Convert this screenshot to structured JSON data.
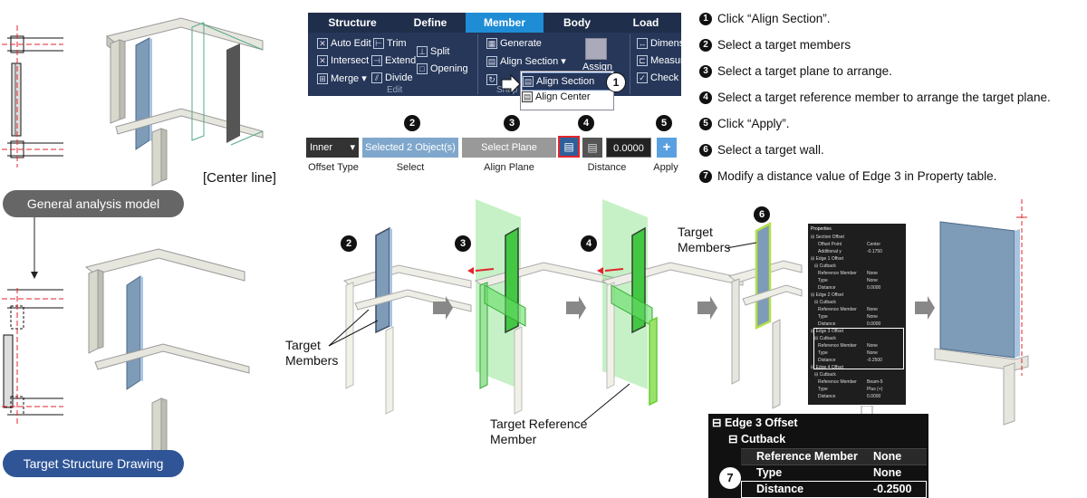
{
  "left_labels": {
    "general_analysis_model": "General analysis model",
    "center_line": "[Center line]",
    "target_structure_drawing": "Target Structure Drawing"
  },
  "ribbon": {
    "tabs": [
      "Structure",
      "Define",
      "Member",
      "Body",
      "Load"
    ],
    "active_tab": "Member",
    "items": {
      "auto_edit": "Auto Edit",
      "trim": "Trim",
      "intersect": "Intersect",
      "extend": "Extend",
      "split": "Split",
      "merge": "Merge",
      "divide": "Divide",
      "opening": "Opening",
      "group_edit": "Edit",
      "generate": "Generate",
      "align_section": "Align Section",
      "shape_partial": "Shap",
      "assign": "Assign",
      "dimension": "Dimensi",
      "measure": "Measure",
      "check": "Check N"
    },
    "dropdown": {
      "align_section": "Align Section",
      "align_center": "Align Center"
    },
    "callout": "1"
  },
  "controls": {
    "offset_type_value": "Inner",
    "offset_type_label": "Offset Type",
    "select_value": "Selected 2 Object(s)",
    "select_label": "Select",
    "align_plane_value": "Select Plane",
    "align_plane_label": "Align Plane",
    "distance_value": "0.0000",
    "distance_label": "Distance",
    "apply_label": "Apply",
    "apply_symbol": "+",
    "step_numbers": [
      "2",
      "3",
      "4",
      "5"
    ]
  },
  "steps": [
    {
      "num": "1",
      "text": "Click “Align Section”."
    },
    {
      "num": "2",
      "text": "Select a target members"
    },
    {
      "num": "3",
      "text": "Select a target plane to arrange."
    },
    {
      "num": "4",
      "text": "Select a target reference member to arrange the target plane."
    },
    {
      "num": "5",
      "text": "Click “Apply”."
    },
    {
      "num": "6",
      "text": "Select a target wall."
    },
    {
      "num": "7",
      "text": "Modify a distance value of Edge 3 in Property table."
    }
  ],
  "scene_numbers": [
    "2",
    "3",
    "4",
    "6",
    "7"
  ],
  "scene_labels": {
    "target_members_1": "Target\nMembers",
    "target_reference_member": "Target Reference\nMember",
    "target_members_2": "Target\nMembers"
  },
  "properties_panel": {
    "title": "Properties",
    "rows": [
      {
        "indent": 0,
        "label": "⊟ Section Offset",
        "value": ""
      },
      {
        "indent": 2,
        "label": "Offset Point",
        "value": "Center"
      },
      {
        "indent": 2,
        "label": "Additional y",
        "value": "-0.1750"
      },
      {
        "indent": 0,
        "label": "⊟ Edge 1 Offset",
        "value": ""
      },
      {
        "indent": 1,
        "label": "⊟ Cutback",
        "value": ""
      },
      {
        "indent": 2,
        "label": "Reference Member",
        "value": "None"
      },
      {
        "indent": 2,
        "label": "Type",
        "value": "None"
      },
      {
        "indent": 2,
        "label": "Distance",
        "value": "0.0000"
      },
      {
        "indent": 0,
        "label": "⊟ Edge 2 Offset",
        "value": ""
      },
      {
        "indent": 1,
        "label": "⊟ Cutback",
        "value": ""
      },
      {
        "indent": 2,
        "label": "Reference Member",
        "value": "None"
      },
      {
        "indent": 2,
        "label": "Type",
        "value": "None"
      },
      {
        "indent": 2,
        "label": "Distance",
        "value": "0.0000"
      },
      {
        "indent": 0,
        "label": "⊟ Edge 3 Offset",
        "value": ""
      },
      {
        "indent": 1,
        "label": "⊟ Cutback",
        "value": ""
      },
      {
        "indent": 2,
        "label": "Reference Member",
        "value": "None"
      },
      {
        "indent": 2,
        "label": "Type",
        "value": "None"
      },
      {
        "indent": 2,
        "label": "Distance",
        "value": "-0.2500"
      },
      {
        "indent": 0,
        "label": "⊟ Edge 4 Offset",
        "value": ""
      },
      {
        "indent": 1,
        "label": "⊟ Cutback",
        "value": ""
      },
      {
        "indent": 2,
        "label": "Reference Member",
        "value": "Beam-5"
      },
      {
        "indent": 2,
        "label": "Type",
        "value": "Plus (+)"
      },
      {
        "indent": 2,
        "label": "Distance",
        "value": "0.0000"
      }
    ]
  },
  "zoom_table": {
    "edge_header": "⊟ Edge 3 Offset",
    "cutback_header": "⊟ Cutback",
    "rows": [
      {
        "label": "Reference Member",
        "value": "None"
      },
      {
        "label": "Type",
        "value": "None"
      },
      {
        "label": "Distance",
        "value": "-0.2500"
      }
    ]
  },
  "colors": {
    "ribbon_bg": "#1f2e4a",
    "active_tab": "#1f8dd6",
    "pill_gray": "#666666",
    "pill_blue": "#2f5597",
    "highlight_red": "#e0262b",
    "plane_green": "#33cc33",
    "wall_blue": "#7e9bb8"
  }
}
